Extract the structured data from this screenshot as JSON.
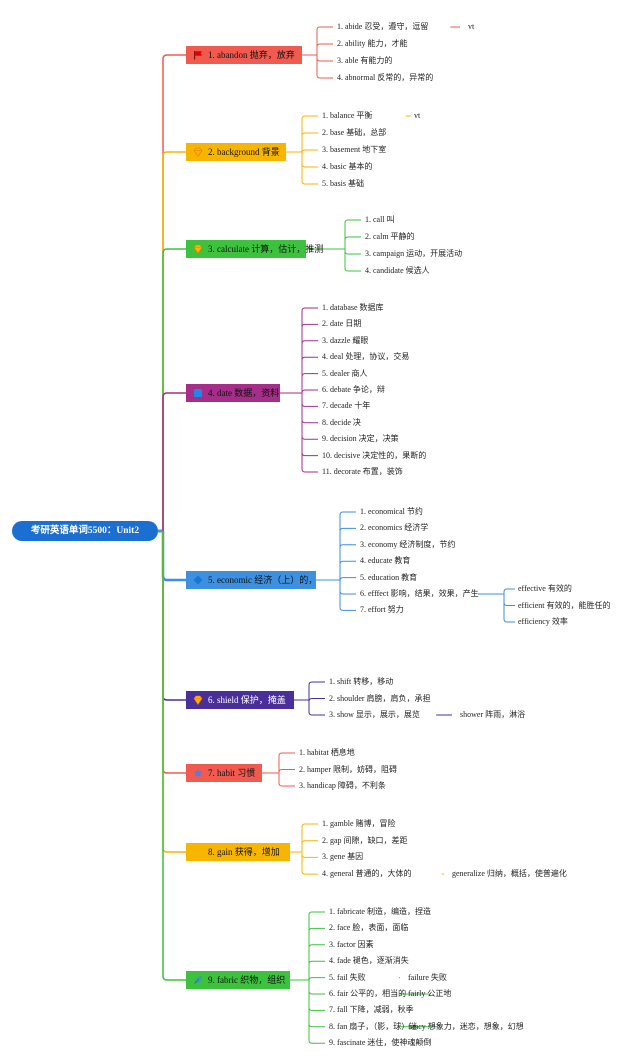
{
  "root": {
    "label": "考研英语单词5500：Unit2"
  },
  "branches": [
    {
      "label": "1. abandon 抛弃，放弃",
      "color": "#f05a4f",
      "line": "#f05a4f",
      "icon": "flag-icon",
      "items": [
        {
          "text": "1. abide 忍受，遵守，逗留",
          "note": "vt"
        },
        {
          "text": "2. ability 能力，才能"
        },
        {
          "text": "3. able 有能力的"
        },
        {
          "text": "4. abnormal 反常的，异常的"
        }
      ]
    },
    {
      "label": "2. background 背景",
      "color": "#f7b500",
      "line": "#f7b500",
      "icon": "gem-icon",
      "items": [
        {
          "text": "1. balance 平衡",
          "note": "vt"
        },
        {
          "text": "2. base 基础，总部"
        },
        {
          "text": "3. basement 地下室"
        },
        {
          "text": "4. basic 基本的"
        },
        {
          "text": "5. basis 基础"
        }
      ]
    },
    {
      "label": "3. calculate 计算，估计，推测",
      "color": "#3dc23d",
      "line": "#3dc23d",
      "icon": "gem-icon",
      "items": [
        {
          "text": "1. call 叫"
        },
        {
          "text": "2. calm 平静的"
        },
        {
          "text": "3. campaign 运动，开展活动"
        },
        {
          "text": "4. candidate 候选人"
        }
      ]
    },
    {
      "label": "4. date 数据，资料",
      "color": "#a72d8a",
      "line": "#a72d8a",
      "icon": "square-icon",
      "items": [
        {
          "text": "1. database 数据库"
        },
        {
          "text": "2. date 日期"
        },
        {
          "text": "3. dazzle 耀眼"
        },
        {
          "text": "4. deal 处理，协议，交易"
        },
        {
          "text": "5. dealer 商人"
        },
        {
          "text": "6. debate 争论，辩"
        },
        {
          "text": "7. decade 十年"
        },
        {
          "text": "8. decide 决"
        },
        {
          "text": "9. decision 决定，决策"
        },
        {
          "text": "10. decisive 决定性的，果断的"
        },
        {
          "text": "11. decorate 布置，装饰"
        }
      ]
    },
    {
      "label": "5. economic 经济（上）的，",
      "color": "#3d8fe0",
      "line": "#3d8fe0",
      "icon": "diamond-icon",
      "items": [
        {
          "text": "1. economical 节约"
        },
        {
          "text": "2. economics 经济学"
        },
        {
          "text": "3. economy 经济制度，节约"
        },
        {
          "text": "4. educate 教育"
        },
        {
          "text": "5. education 教育"
        },
        {
          "text": "6. efffect 影响，结果，效果，产生",
          "subs": [
            "effective 有效的",
            "efficient 有效的，能胜任的",
            "efficiency 效率"
          ]
        },
        {
          "text": "7. effort 努力"
        }
      ]
    },
    {
      "label": "6. shield 保护，掩盖",
      "color": "#4a2f9a",
      "line": "#4a2f9a",
      "icon": "gem-icon",
      "text_color": "#ffffff",
      "items": [
        {
          "text": "1. shift 转移，移动"
        },
        {
          "text": "2. shoulder 肩膀，肩负，承担"
        },
        {
          "text": "3. show 显示，展示，展览",
          "note": "shower 阵雨，淋浴"
        }
      ]
    },
    {
      "label": "7. habit 习惯",
      "color": "#f05a4f",
      "line": "#f05a4f",
      "icon": "star-icon",
      "items": [
        {
          "text": "1. habitat 栖息地"
        },
        {
          "text": "2. hamper 限制，妨碍，阻碍"
        },
        {
          "text": "3. handicap 障碍，不利条"
        }
      ]
    },
    {
      "label": "8. gain 获得，增加",
      "color": "#f7b500",
      "line": "#f7b500",
      "icon": "",
      "items": [
        {
          "text": "1. gamble 赌博，冒险"
        },
        {
          "text": "2. gap 间隙，缺口，差距"
        },
        {
          "text": "3. gene 基因"
        },
        {
          "text": "4. general 普通的，大体的",
          "note": "generalize 归纳，概括，使普遍化"
        }
      ]
    },
    {
      "label": "9. fabric 织物，组织",
      "color": "#3dc23d",
      "line": "#3dc23d",
      "icon": "leaf-icon",
      "items": [
        {
          "text": "1. fabricate 制造，编造，捏造"
        },
        {
          "text": "2. face 脸，表面，面临"
        },
        {
          "text": "3. factor 因素"
        },
        {
          "text": "4. fade 褪色，逐渐消失"
        },
        {
          "text": "5. fail 失败",
          "note": "failure 失败"
        },
        {
          "text": "6. fair 公平的，相当的",
          "note": "fairly 公正地"
        },
        {
          "text": "7. fall 下降，减弱，秋季"
        },
        {
          "text": "8. fan 扇子，（影，球）迷",
          "note": "fancy 想象力，迷恋，想象，幻想"
        },
        {
          "text": "9. fascinate 迷住，使神魂颠倒"
        }
      ]
    }
  ]
}
